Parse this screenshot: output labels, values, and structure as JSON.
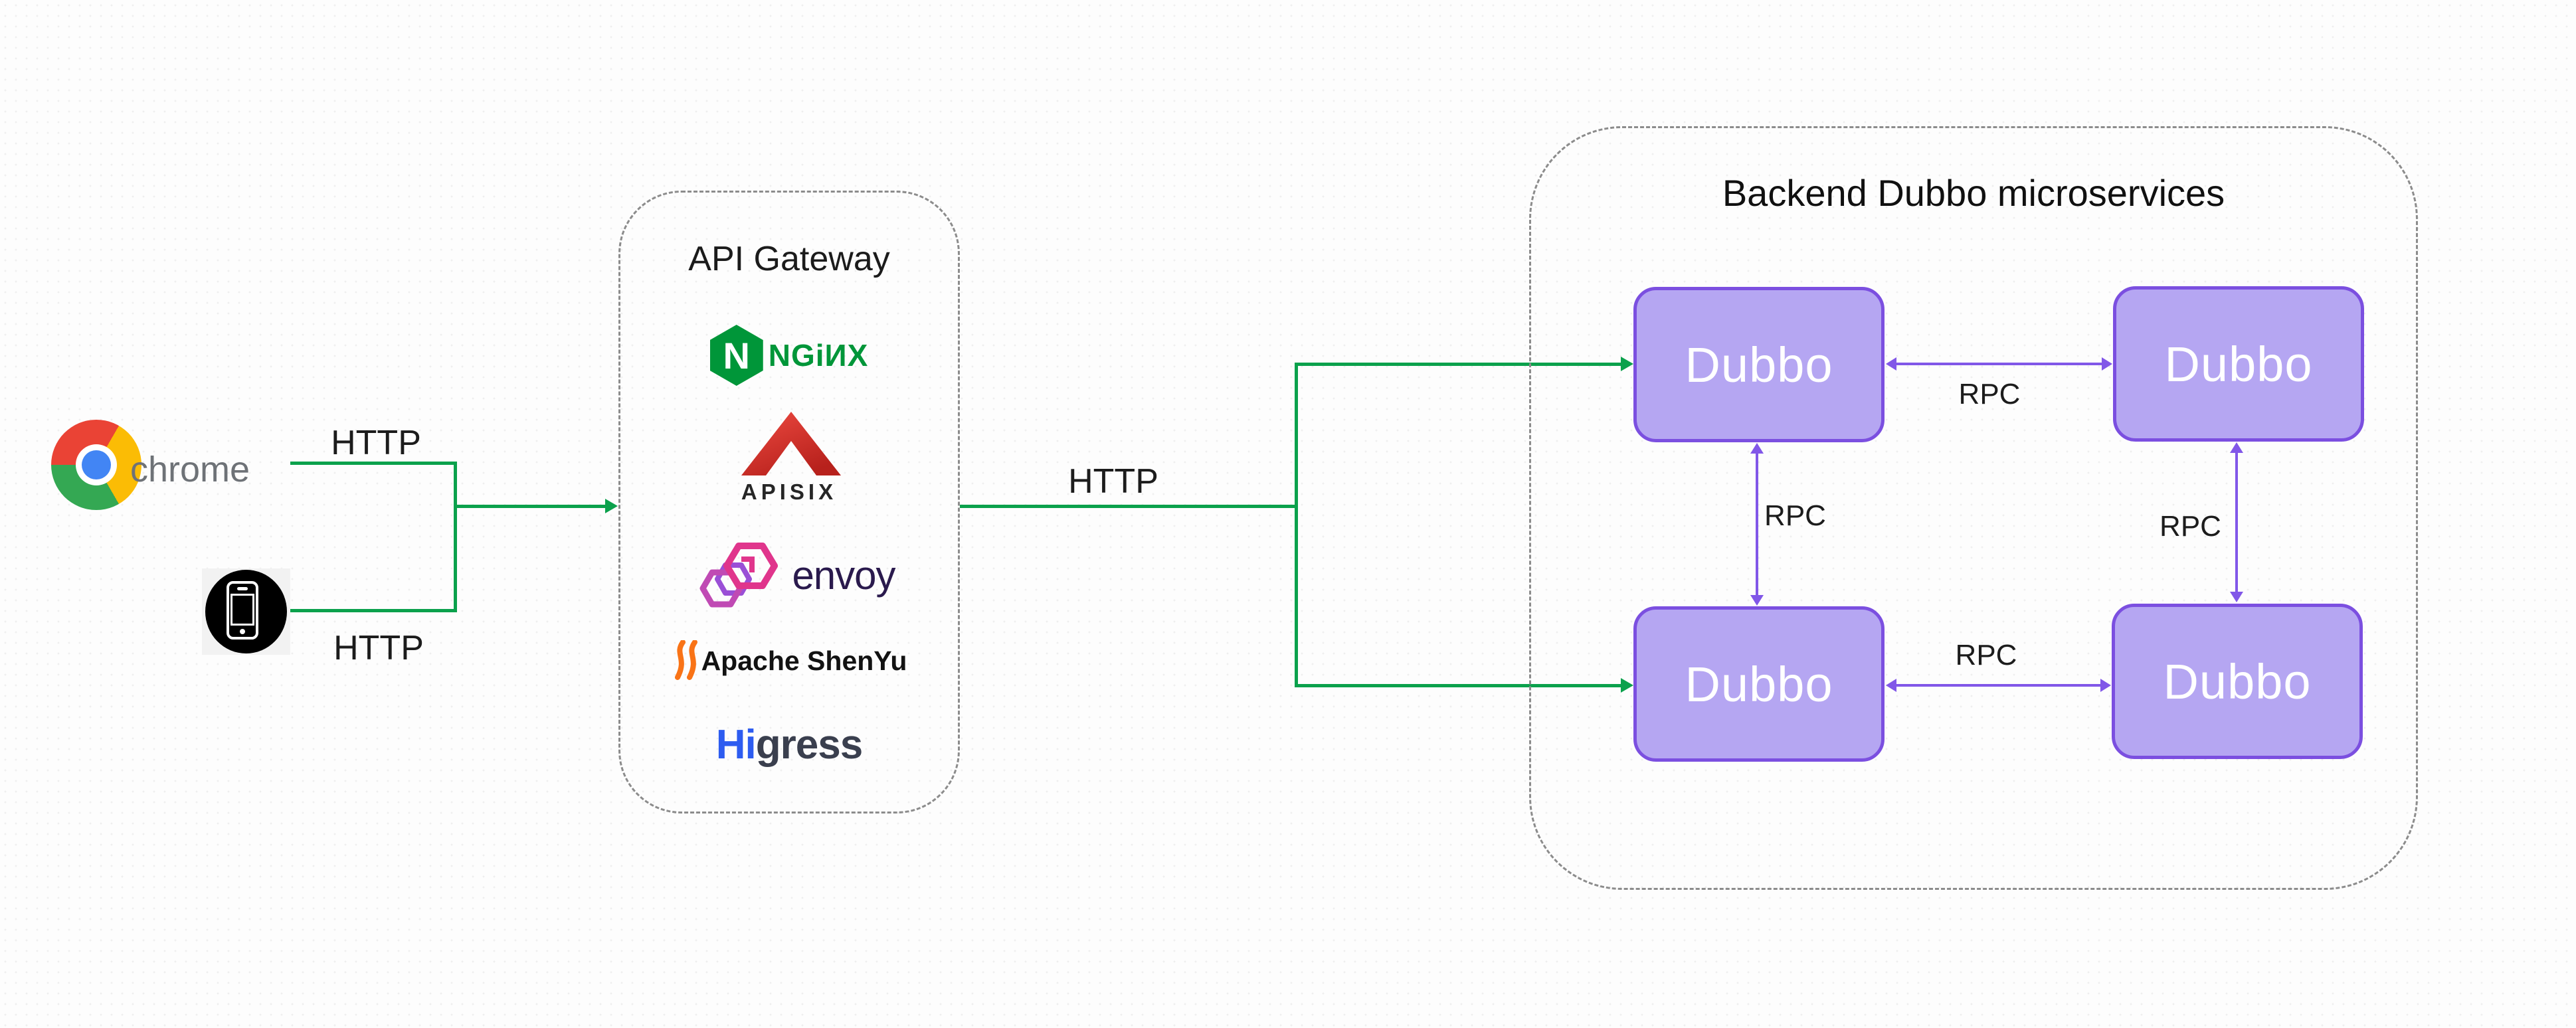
{
  "clients": {
    "chrome_label": "chrome"
  },
  "labels": {
    "http_chrome": "HTTP",
    "http_mobile": "HTTP",
    "http_gateway_backend": "HTTP",
    "rpc_top": "RPC",
    "rpc_bottom": "RPC",
    "rpc_left": "RPC",
    "rpc_right": "RPC"
  },
  "gateway": {
    "title": "API Gateway",
    "nginx_n": "N",
    "nginx_wordmark": "NGiИX",
    "apisix_wordmark": "APISIX",
    "envoy_wordmark": "envoy",
    "shenyu_wordmark": "Apache ShenYu",
    "higress_hi": "Hi",
    "higress_gress": "gress"
  },
  "backend": {
    "title": "Backend Dubbo microservices",
    "services": [
      {
        "label": "Dubbo"
      },
      {
        "label": "Dubbo"
      },
      {
        "label": "Dubbo"
      },
      {
        "label": "Dubbo"
      }
    ]
  },
  "colors": {
    "http_edge_green": "#0ba14c",
    "rpc_edge_purple": "#8157e8",
    "dubbo_node_fill": "#b5a6f2",
    "dubbo_node_border": "#7b4fe0",
    "dashed_box_gray": "#8c8c8c",
    "nginx_green": "#009639",
    "apisix_red": "#d83b36",
    "envoy_text_purple": "#2a1a4d",
    "shenyu_orange": "#f97316",
    "higress_blue": "#2d5cf0"
  }
}
